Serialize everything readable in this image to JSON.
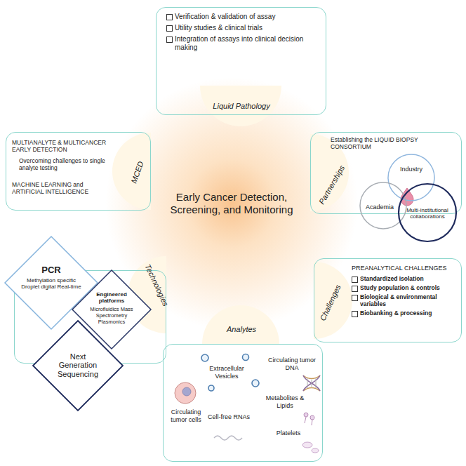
{
  "diagram": {
    "title": "Early Cancer Detection, Screening, and Monitoring",
    "nodes": [
      {
        "text": [
          "Liquid Pathology",
          "Verification & validation of assay",
          "Utility studies & clinical trials",
          "Integration of assays into clinical decision making"
        ]
      },
      {
        "text": [
          "MCED",
          "MULTIANALYTE & MULTICANCER EARLY DETECTION",
          "Overcoming challenges to single analyte testing",
          "MACHINE LEARNING and ARTIFICIAL INTELLIGENCE"
        ]
      },
      {
        "text": [
          "Partnerships",
          "Establishing the LIQUID BIOPSY CONSORTIUM"
        ]
      },
      {
        "text": [
          "Industry"
        ],
        "in": 2
      },
      {
        "text": [
          "Academia"
        ],
        "in": 2
      },
      {
        "text": [
          "Multi-institutional collaborations"
        ],
        "in": 2
      },
      {
        "text": [
          "Technologies"
        ]
      },
      {
        "text": [
          "PCR",
          "Methylation specific Droplet digital Real-time"
        ],
        "in": 6
      },
      {
        "text": [
          "Engineered platforms",
          "Microfluidics Mass Spectrometry Plasmonics"
        ],
        "in": 6
      },
      {
        "text": [
          "Next Generation Sequencing"
        ],
        "in": 6
      },
      {
        "text": [
          "Challenges",
          "PREANALYTICAL CHALLENGES",
          "Standardized isolation",
          "Study population & controls",
          "Biological & environmental variables",
          "Biobanking & processing"
        ]
      },
      {
        "text": [
          "Analytes",
          "Circulating tumor cells",
          "Extracellular Vesicles",
          "Circulating tumor DNA",
          "Metabolites & Lipids",
          "Cell-free RNAs",
          "Platelets"
        ]
      }
    ]
  }
}
